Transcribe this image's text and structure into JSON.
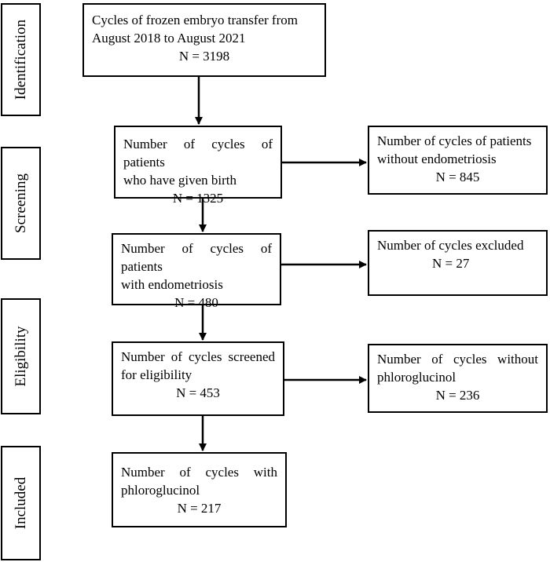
{
  "stages": {
    "identification": "Identification",
    "screening": "Screening",
    "eligibility": "Eligibility",
    "included": "Included"
  },
  "boxes": {
    "total": {
      "line1": "Cycles of frozen embryo transfer from",
      "line2": "August 2018 to August 2021",
      "n": "N = 3198"
    },
    "given_birth": {
      "line1": "Number of cycles of patients",
      "line2": "who have given birth",
      "n": "N = 1325"
    },
    "without_endo": {
      "line1": "Number of cycles of patients",
      "line2": "without endometriosis",
      "n": "N = 845"
    },
    "with_endo": {
      "line1": "Number of cycles of patients",
      "line2": "with endometriosis",
      "n": "N = 480"
    },
    "excluded": {
      "line1": "Number of cycles excluded",
      "n": "N = 27"
    },
    "screened": {
      "line1": "Number of cycles screened",
      "line2": "for eligibility",
      "n": "N = 453"
    },
    "without_phloro": {
      "line1": "Number of cycles without",
      "line2": "phloroglucinol",
      "n": "N = 236"
    },
    "with_phloro": {
      "line1": "Number of cycles with",
      "line2": "phloroglucinol",
      "n": "N = 217"
    }
  }
}
